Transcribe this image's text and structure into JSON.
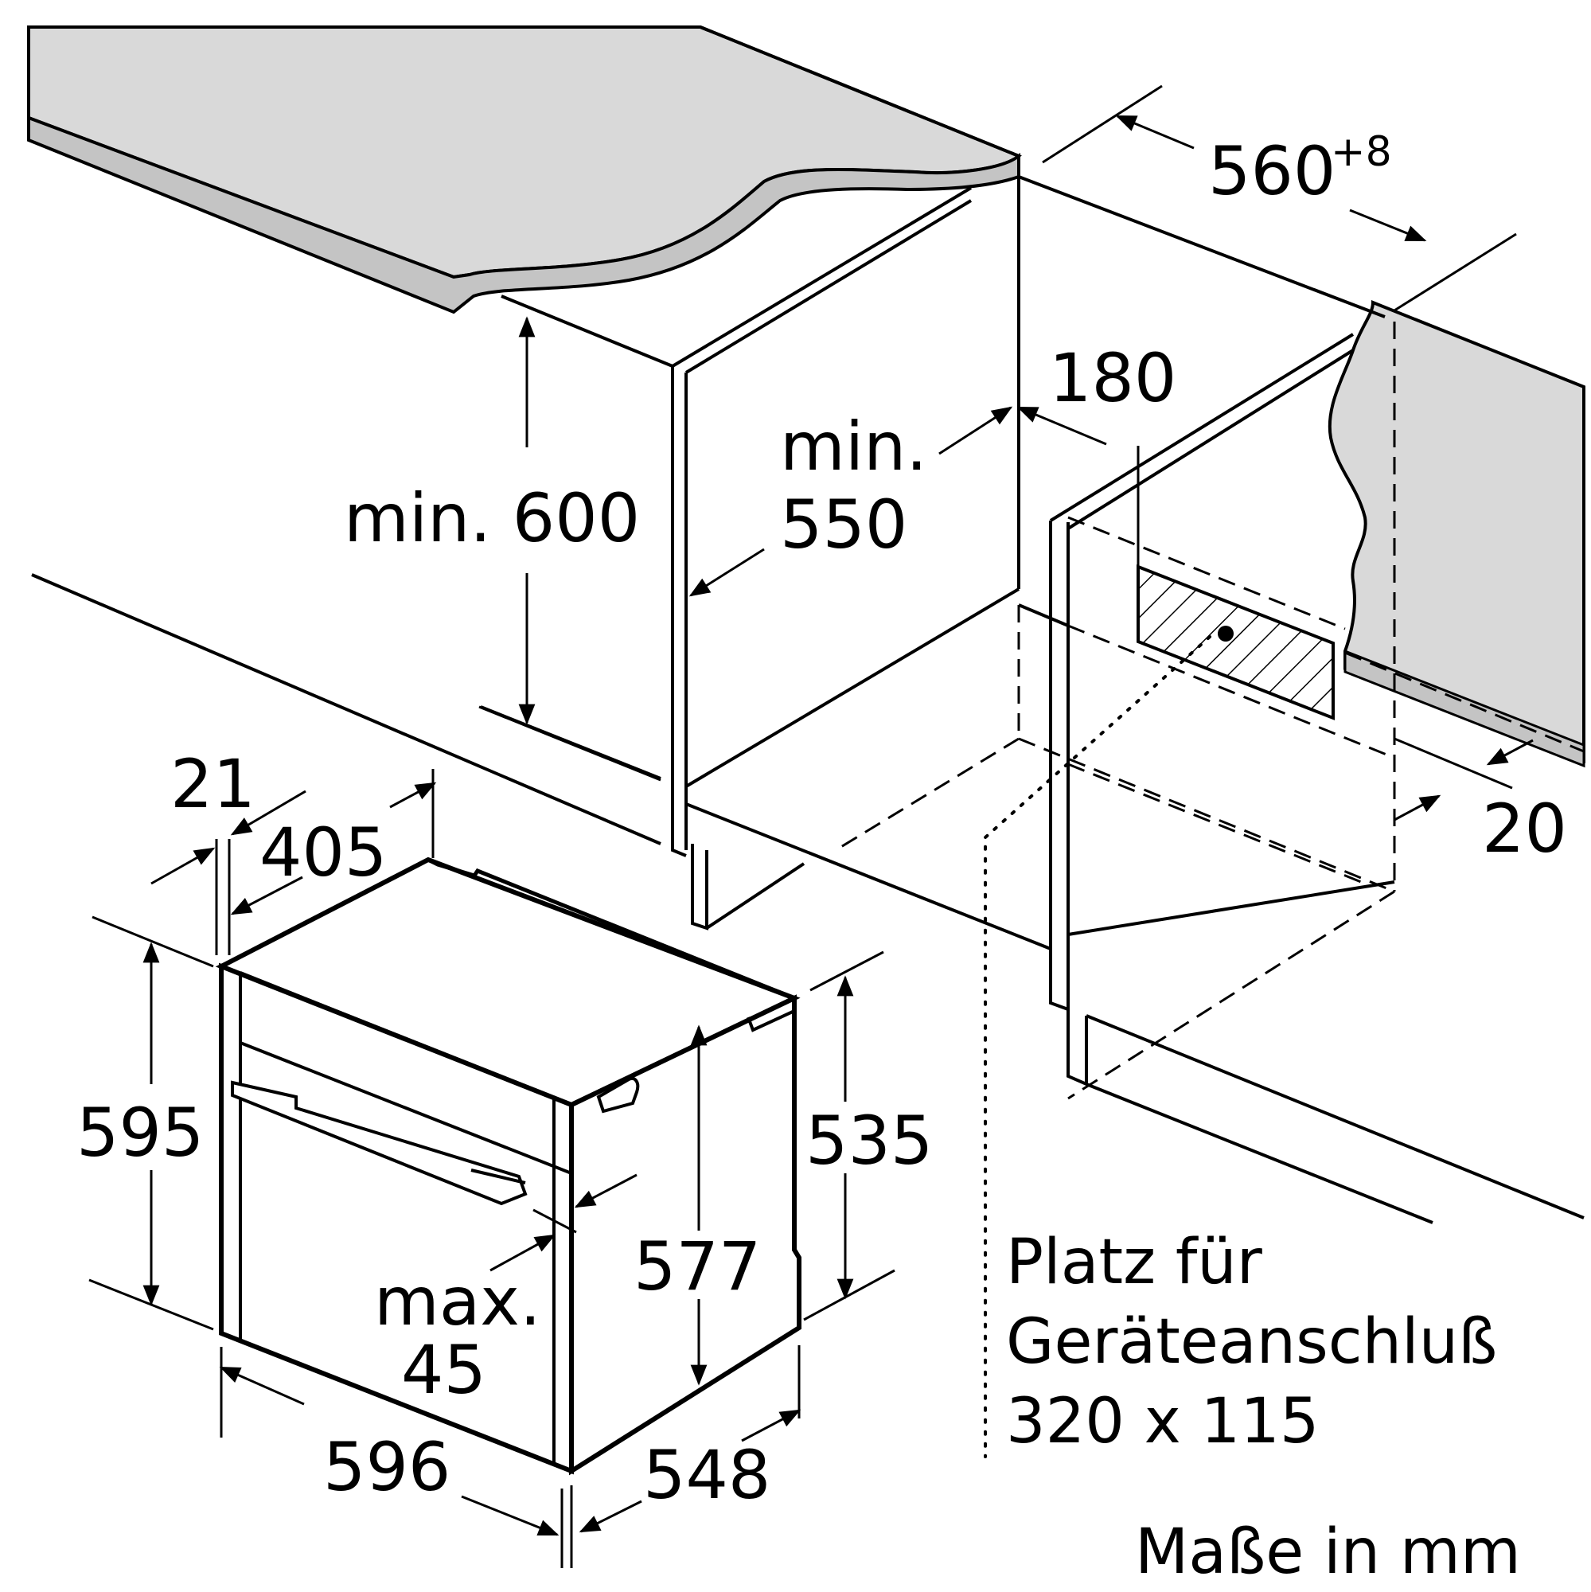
{
  "colors": {
    "ink": "#000000",
    "countertop": "#d9d9d9",
    "countertop_edge": "#c4c4c4",
    "background": "#ffffff"
  },
  "dimensions": {
    "d560": "560",
    "d560_tolerance": "+8",
    "d180": "180",
    "min600": "min. 600",
    "min550_line1": "min.",
    "min550_line2": "550",
    "d20": "20",
    "d21": "21",
    "d405": "405",
    "d595": "595",
    "d535": "535",
    "d577": "577",
    "max45_line1": "max.",
    "max45_line2": "45",
    "d596": "596",
    "d548": "548"
  },
  "connection_note": {
    "line1": "Platz für",
    "line2": "Geräteanschluß",
    "line3": "320 x 115"
  },
  "units_note": "Maße in mm"
}
